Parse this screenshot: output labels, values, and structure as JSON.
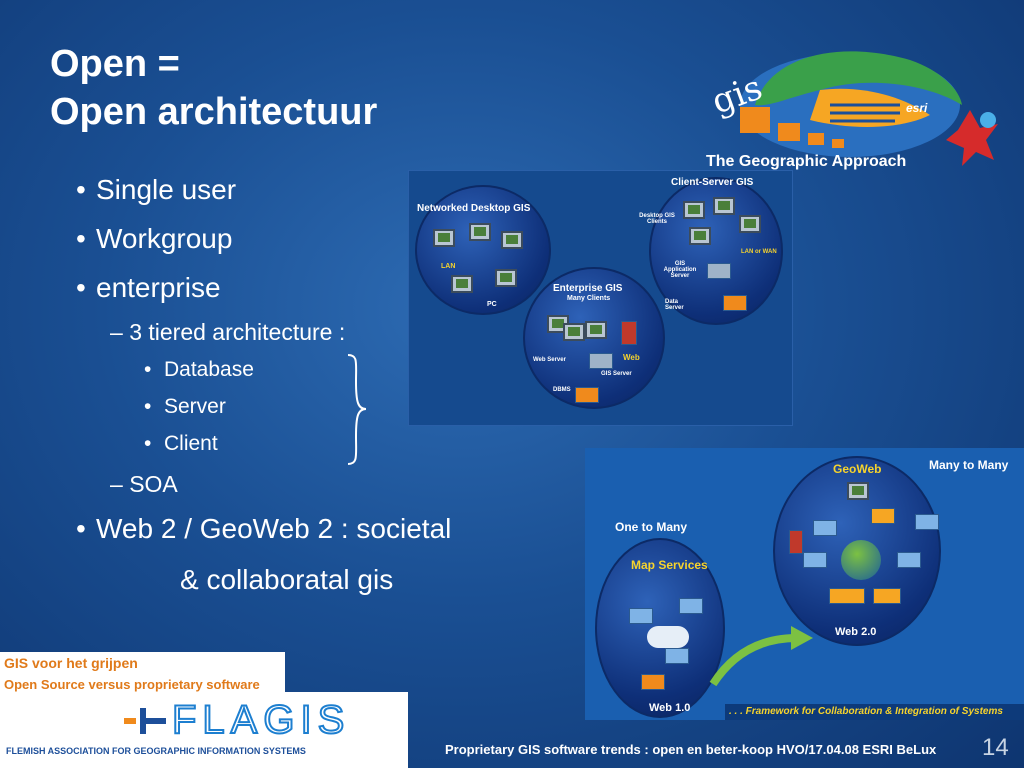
{
  "title": {
    "line1": "Open =",
    "line2": "Open architectuur"
  },
  "bullets": {
    "single_user": "Single user",
    "workgroup": "Workgroup",
    "enterprise": "enterprise",
    "tiered": "3 tiered architecture :",
    "database": "Database",
    "server": "Server",
    "client": "Client",
    "soa": "SOA",
    "web2_line1": "Web 2 / GeoWeb 2 : societal",
    "web2_line2": "& collaboratal gis",
    "dot": "•",
    "dash": "–"
  },
  "logo": {
    "tagline": "The Geographic Approach",
    "gis": "gis",
    "esri": "esri"
  },
  "diagram1": {
    "networked": "Networked Desktop GIS",
    "lan": "LAN",
    "pc": "PC",
    "client_server": "Client-Server GIS",
    "desktop_clients": "Desktop GIS Clients",
    "lan_wan": "LAN or WAN",
    "gis_app_server": "GIS Application Server",
    "data_server": "Data Server",
    "enterprise": "Enterprise GIS",
    "many_clients": "Many Clients",
    "web_server": "Web Server",
    "web": "Web",
    "gis_server": "GIS Server",
    "dbms": "DBMS"
  },
  "diagram2": {
    "one_to_many": "One to Many",
    "map_services": "Map Services",
    "web10": "Web 1.0",
    "geoweb": "GeoWeb",
    "many_to_many": "Many to Many",
    "web20": "Web 2.0",
    "framework": ". . . Framework for Collaboration & Integration of Systems"
  },
  "flags": {
    "line1": "GIS voor het grijpen",
    "line2": "Open Source versus proprietary software",
    "logo_text": "FLAGIS",
    "assoc": "FLEMISH ASSOCIATION FOR GEOGRAPHIC INFORMATION SYSTEMS"
  },
  "footer": "Proprietary GIS software trends : open en beter-koop HVO/17.04.08 ESRI BeLux",
  "page_number": "14",
  "colors": {
    "accent_orange": "#f08a1c",
    "title_white": "#ffffff",
    "web_orange": "#f6a623"
  }
}
